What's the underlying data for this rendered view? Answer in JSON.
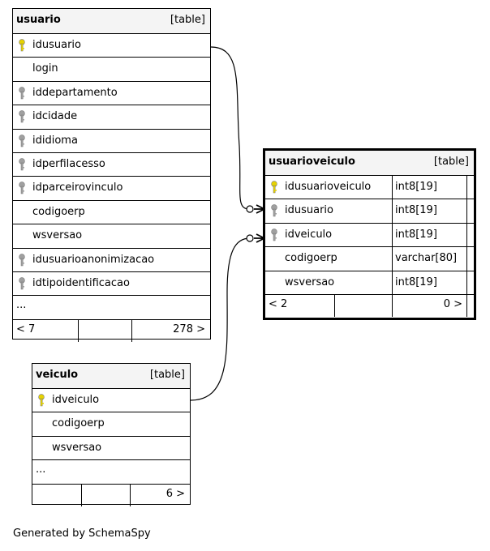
{
  "tables": {
    "usuario": {
      "name": "usuario",
      "type": "[table]",
      "columns": [
        {
          "name": "idusuario",
          "key": "primary"
        },
        {
          "name": "login",
          "key": "none"
        },
        {
          "name": "iddepartamento",
          "key": "foreign"
        },
        {
          "name": "idcidade",
          "key": "foreign"
        },
        {
          "name": "ididioma",
          "key": "foreign"
        },
        {
          "name": "idperfilacesso",
          "key": "foreign"
        },
        {
          "name": "idparceirovinculo",
          "key": "foreign"
        },
        {
          "name": "codigoerp",
          "key": "none"
        },
        {
          "name": "wsversao",
          "key": "none"
        },
        {
          "name": "idusuarioanonimizacao",
          "key": "foreign"
        },
        {
          "name": "idtipoidentificacao",
          "key": "foreign"
        }
      ],
      "ellipsis": "...",
      "footer": {
        "left": "< 7",
        "right": "278 >"
      }
    },
    "usuarioveiculo": {
      "name": "usuarioveiculo",
      "type": "[table]",
      "columns": [
        {
          "name": "idusuarioveiculo",
          "type": "int8[19]",
          "key": "primary"
        },
        {
          "name": "idusuario",
          "type": "int8[19]",
          "key": "foreign"
        },
        {
          "name": "idveiculo",
          "type": "int8[19]",
          "key": "foreign"
        },
        {
          "name": "codigoerp",
          "type": "varchar[80]",
          "key": "none"
        },
        {
          "name": "wsversao",
          "type": "int8[19]",
          "key": "none"
        }
      ],
      "footer": {
        "left": "< 2",
        "right": "0 >"
      }
    },
    "veiculo": {
      "name": "veiculo",
      "type": "[table]",
      "columns": [
        {
          "name": "idveiculo",
          "key": "primary"
        },
        {
          "name": "codigoerp",
          "key": "none"
        },
        {
          "name": "wsversao",
          "key": "none"
        }
      ],
      "ellipsis": "...",
      "footer": {
        "left": "",
        "right": "6 >"
      }
    }
  },
  "colors": {
    "primary_key": "#e6d200",
    "foreign_key": "#a0a0a0",
    "header_bg": "#f4f4f4"
  },
  "credit": "Generated by SchemaSpy"
}
